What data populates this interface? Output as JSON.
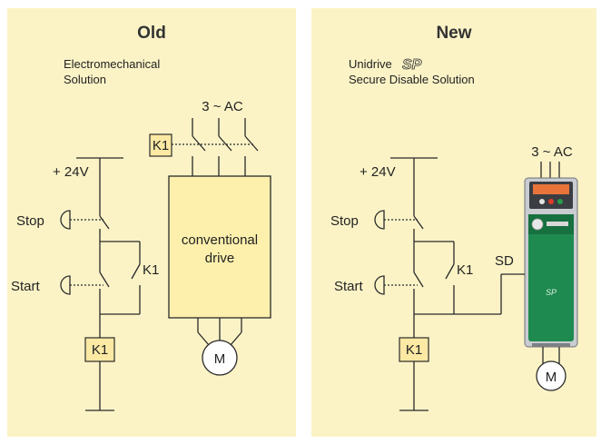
{
  "old_panel": {
    "title": "Old",
    "subtitle_line1": "Electromechanical",
    "subtitle_line2": "Solution",
    "supply_label": "3 ~ AC",
    "dc_label": "+ 24V",
    "stop_label": "Stop",
    "start_label": "Start",
    "relay_label": "K1",
    "contact_label": "K1",
    "coil_label": "K1",
    "drive_line1": "conventional",
    "drive_line2": "drive",
    "motor_label": "M"
  },
  "new_panel": {
    "title": "New",
    "subtitle_line1": "Unidrive",
    "subtitle_logo": "SP",
    "subtitle_line2": "Secure Disable Solution",
    "supply_label": "3 ~ AC",
    "dc_label": "+ 24V",
    "stop_label": "Stop",
    "start_label": "Start",
    "contact_label": "K1",
    "coil_label": "K1",
    "sd_label": "SD",
    "motor_label": "M"
  },
  "colors": {
    "panel_background": "#fbf3c6",
    "relay_fill": "#fbe9a4",
    "drive_fill": "#fdf0ad",
    "unidrive_green": "#1f8a4f",
    "unidrive_silver": "#c9ccd0"
  }
}
